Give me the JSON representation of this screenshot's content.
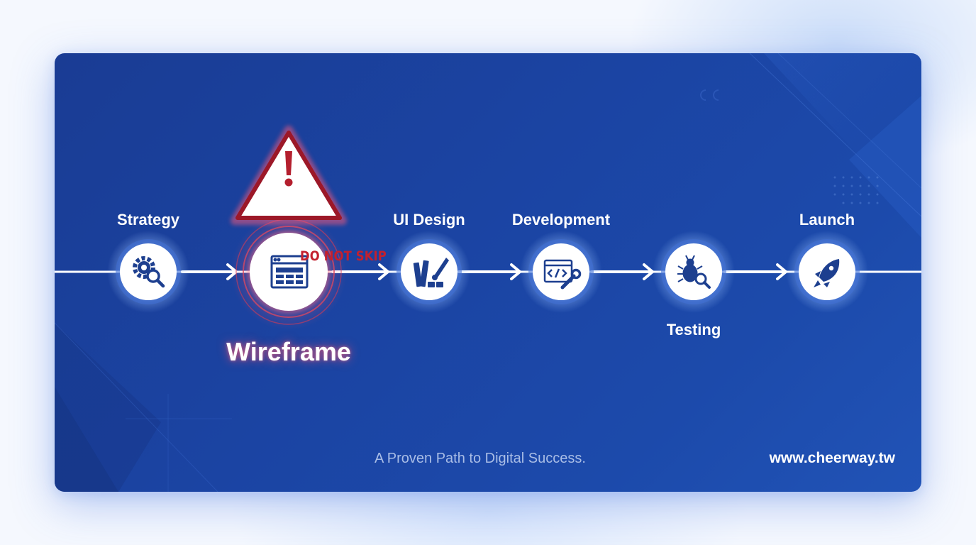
{
  "steps": [
    {
      "label": "Strategy",
      "icon": "gear-search-icon"
    },
    {
      "label": "Wireframe",
      "icon": "wireframe-layout-icon",
      "highlighted": true
    },
    {
      "label": "UI Design",
      "icon": "palette-brush-icon"
    },
    {
      "label": "Development",
      "icon": "code-wrench-icon"
    },
    {
      "label": "Testing",
      "icon": "bug-search-icon"
    },
    {
      "label": "Launch",
      "icon": "rocket-icon"
    }
  ],
  "warning": {
    "text": "DO NOT SKIP",
    "icon": "warning-triangle-icon"
  },
  "footer": {
    "tagline": "A Proven Path to Digital Success.",
    "website": "www.cheerway.tw"
  },
  "colors": {
    "card": "#1b44a3",
    "accent": "#d42a3c",
    "text": "#ffffff",
    "tagline": "#a9bde6"
  }
}
